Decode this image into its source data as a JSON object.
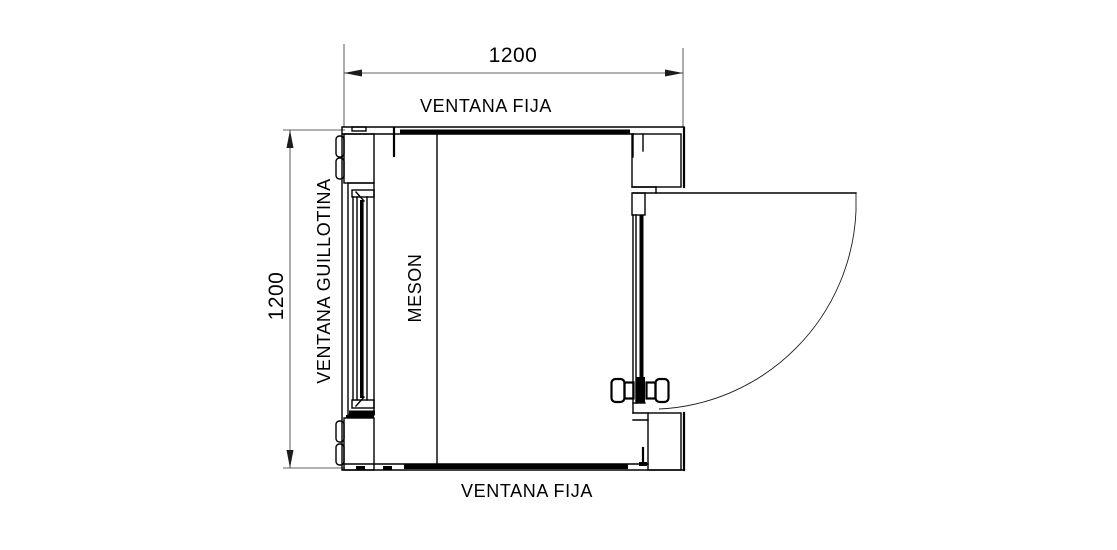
{
  "drawing": {
    "dimensions": {
      "width": "1200",
      "height": "1200"
    },
    "labels": {
      "top_window": "VENTANA FIJA",
      "bottom_window": "VENTANA FIJA",
      "left_window": "VENTANA GUILLOTINA",
      "counter": "MESON"
    },
    "colors": {
      "line": "#000000",
      "dimension_line": "#2f2f2f",
      "background": "#ffffff"
    }
  }
}
